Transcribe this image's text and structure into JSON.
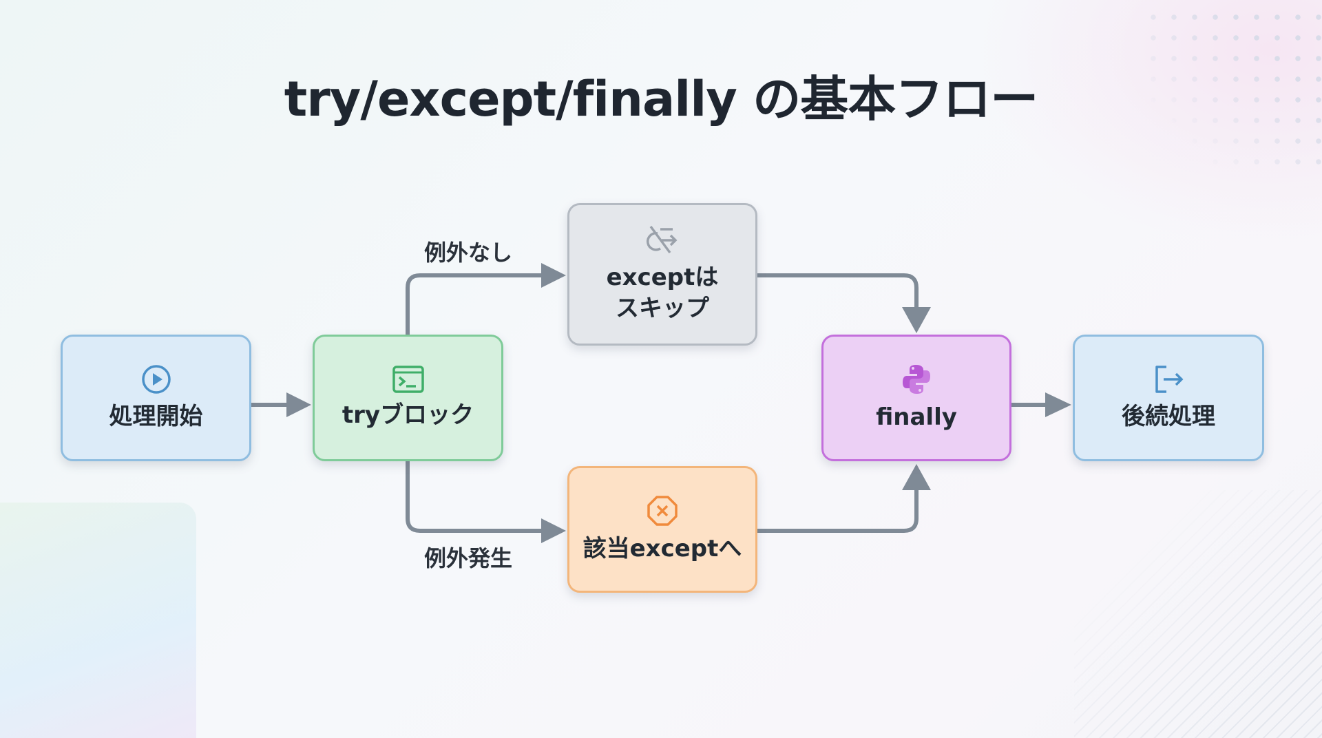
{
  "title": "try/except/finally の基本フロー",
  "nodes": {
    "start": {
      "label": "処理開始",
      "icon": "play-circle-icon"
    },
    "try": {
      "label": "tryブロック",
      "icon": "terminal-window-icon"
    },
    "skip": {
      "label_line1": "exceptは",
      "label_line2": "スキップ",
      "icon": "skip-arrow-icon"
    },
    "except": {
      "label": "該当exceptへ",
      "icon": "x-octagon-icon"
    },
    "finally": {
      "label": "finally",
      "icon": "python-icon"
    },
    "after": {
      "label": "後続処理",
      "icon": "exit-arrow-icon"
    }
  },
  "edges": {
    "no_exception": "例外なし",
    "exception_raised": "例外発生"
  },
  "colors": {
    "connector": "#7f8a96",
    "finally_accent": "#c36fdc",
    "except_accent": "#f08a3c",
    "try_accent": "#3fae68",
    "start_accent": "#4a90c8"
  }
}
